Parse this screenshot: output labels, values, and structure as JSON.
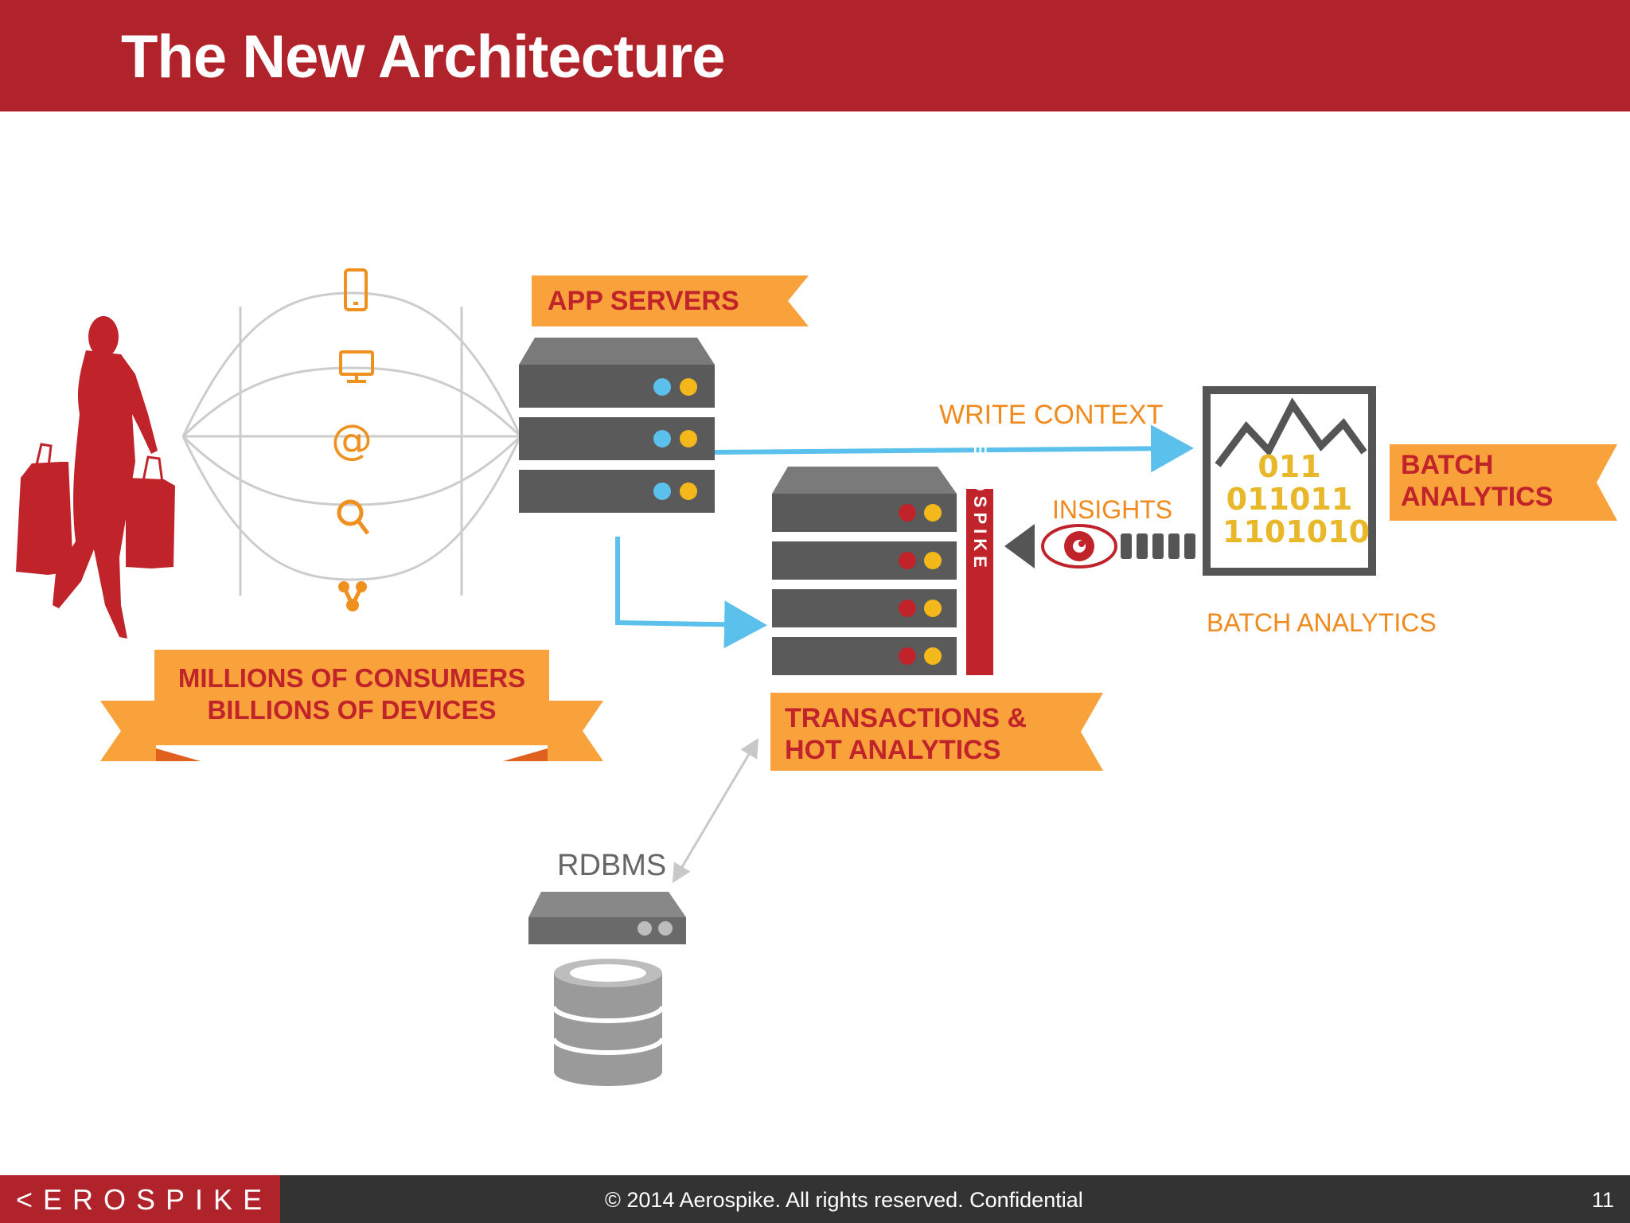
{
  "slide": {
    "title": "The New Architecture",
    "page_number": "11"
  },
  "diagram": {
    "consumers_banner": {
      "line1": "MILLIONS OF CONSUMERS",
      "line2": "BILLIONS OF DEVICES"
    },
    "app_servers_label": "APP SERVERS",
    "write_context_label": "WRITE CONTEXT",
    "insights_label": "INSIGHTS",
    "batch_banner": {
      "line1": "BATCH",
      "line2": "ANALYTICS"
    },
    "batch_caption": "BATCH ANALYTICS",
    "transactions_banner": {
      "line1": "TRANSACTIONS &",
      "line2": "HOT ANALYTICS"
    },
    "rdbms_label": "RDBMS",
    "aerospike_vertical": "AEROSPIKE",
    "binary_lines": [
      "011",
      "011011",
      "1101010"
    ],
    "device_icons": [
      "phone-icon",
      "monitor-icon",
      "at-sign-icon",
      "search-icon",
      "share-icon"
    ],
    "colors": {
      "brand_red": "#b0232b",
      "banner_orange": "#f9a13a",
      "accent_orange": "#f08a1c",
      "arrow_blue": "#5bc0ec",
      "server_grey": "#5a5a5a",
      "binary_gold": "#e8b82a"
    }
  },
  "footer": {
    "logo": "<EROSPIKE",
    "copyright": "© 2014 Aerospike.  All rights reserved. Confidential"
  }
}
